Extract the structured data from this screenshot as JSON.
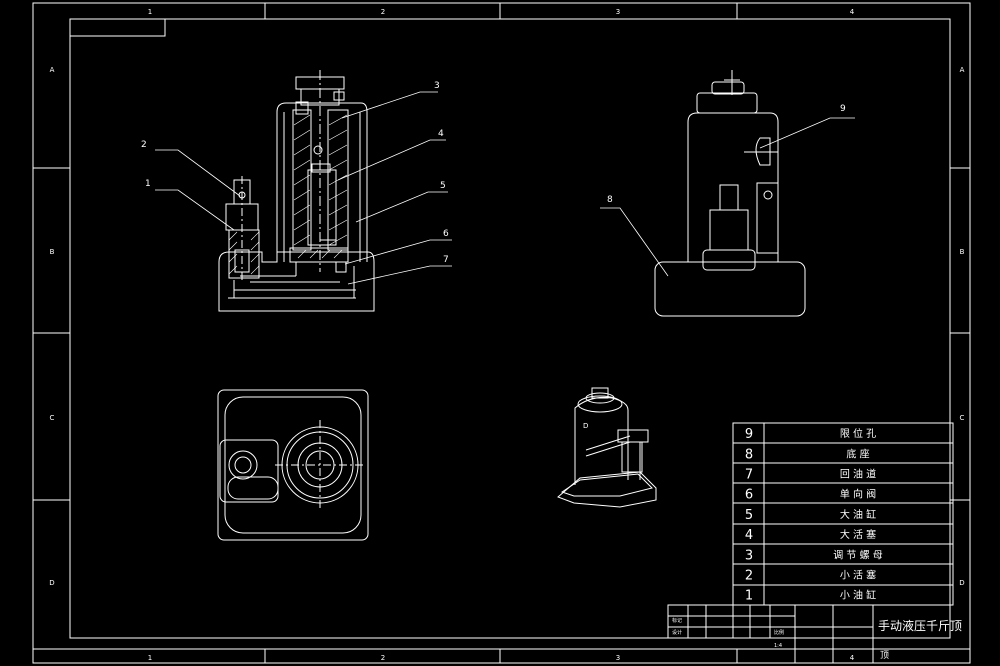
{
  "colors": {
    "background": "#000000",
    "line": "#ffffff"
  },
  "frame": {
    "zones_top": [
      "1",
      "2",
      "3",
      "4"
    ],
    "zones_bottom": [
      "1",
      "2",
      "3",
      "4"
    ],
    "zones_left": [
      "A",
      "B",
      "C",
      "D"
    ],
    "zones_right": [
      "A",
      "B",
      "C",
      "D"
    ]
  },
  "callouts": [
    "1",
    "2",
    "3",
    "4",
    "5",
    "6",
    "7",
    "8",
    "9"
  ],
  "parts": [
    {
      "no": "9",
      "name": "限 位 孔"
    },
    {
      "no": "8",
      "name": "底 座"
    },
    {
      "no": "7",
      "name": "回 油 道"
    },
    {
      "no": "6",
      "name": "单 向 阀"
    },
    {
      "no": "5",
      "name": "大 油 缸"
    },
    {
      "no": "4",
      "name": "大 活 塞"
    },
    {
      "no": "3",
      "name": "调 节 螺 母"
    },
    {
      "no": "2",
      "name": "小 活 塞"
    },
    {
      "no": "1",
      "name": "小 油 缸"
    }
  ],
  "title_block": {
    "title": "手动液压千斤顶",
    "subtitle": "顶",
    "cells": [
      "标记",
      "设计",
      "比例",
      "1:4"
    ]
  },
  "iso_label": "D"
}
